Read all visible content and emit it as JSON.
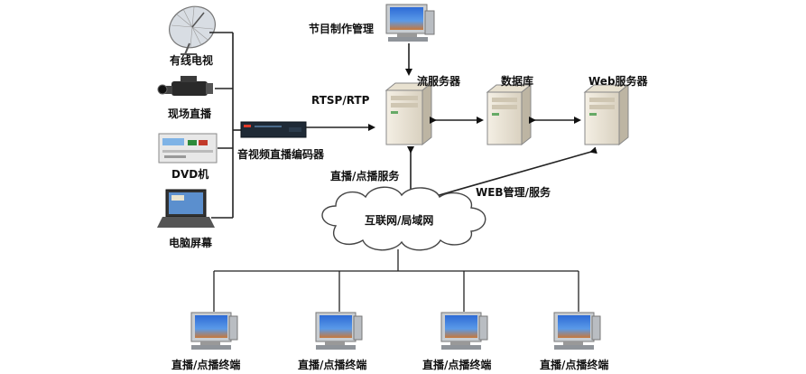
{
  "sources": {
    "cable_tv": "有线电视",
    "live_scene": "现场直播",
    "dvd": "DVD机",
    "pc_screen": "电脑屏幕"
  },
  "encoder_label": "音视频直播编码器",
  "protocol_label": "RTSP/RTP",
  "production_label": "节目制作管理",
  "servers": {
    "streaming": "流服务器",
    "database": "数据库",
    "web": "Web服务器"
  },
  "live_vod_service": "直播/点播服务",
  "web_mgmt": "WEB管理/服务",
  "network_label": "互联网/局域网",
  "terminals": [
    "直播/点播终端",
    "直播/点播终端",
    "直播/点播终端",
    "直播/点播终端"
  ]
}
